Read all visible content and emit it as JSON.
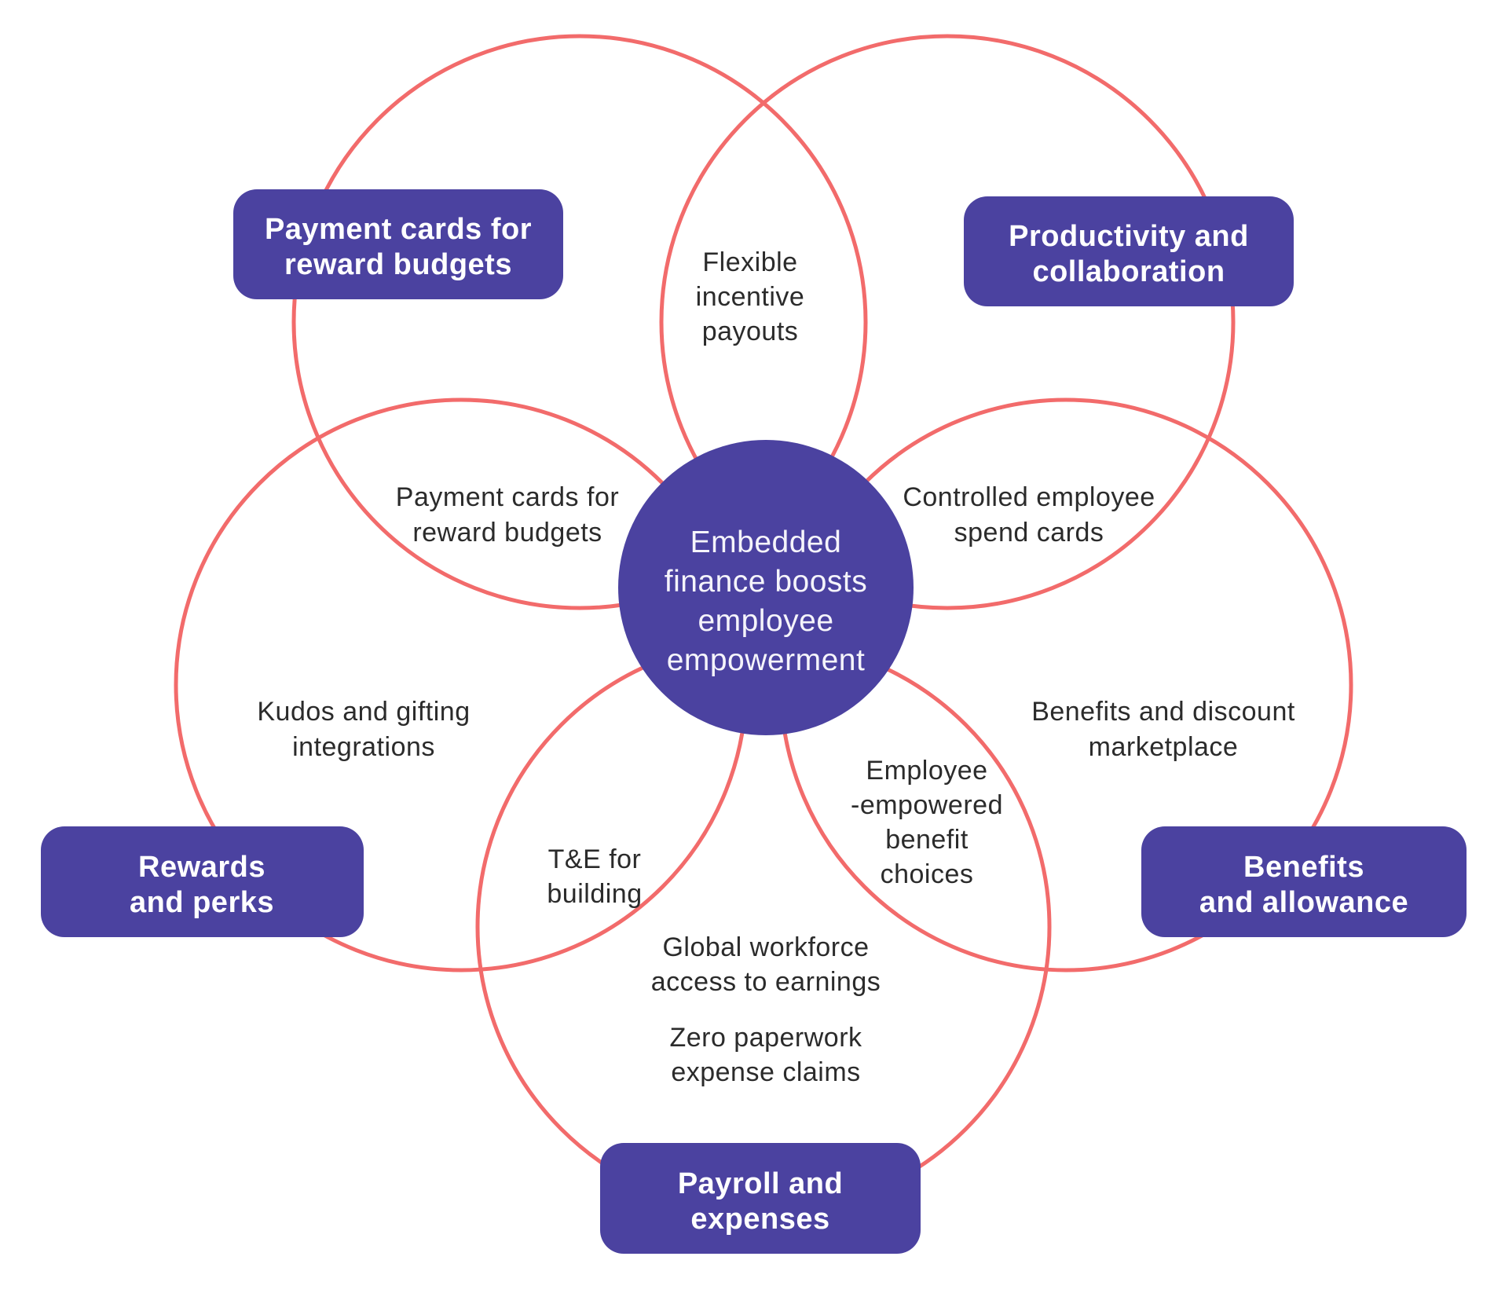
{
  "diagram": {
    "title": "Embedded finance boosts employee empowerment",
    "colors": {
      "accent_purple": "#4B42A0",
      "circle_stroke": "#F26B6B",
      "item_text": "#2B2B2B",
      "label_text": "#FFFFFF",
      "background": "#FFFFFF"
    },
    "center": {
      "lines": [
        "Embedded",
        "finance boosts",
        "employee",
        "empowerment"
      ]
    },
    "labels": [
      {
        "id": "payment-cards-for-reward-budgets",
        "lines": [
          "Payment cards for",
          "reward budgets"
        ]
      },
      {
        "id": "productivity-and-collaboration",
        "lines": [
          "Productivity and",
          "collaboration"
        ]
      },
      {
        "id": "rewards-and-perks",
        "lines": [
          "Rewards",
          "and perks"
        ]
      },
      {
        "id": "benefits-and-allowance",
        "lines": [
          "Benefits",
          "and allowance"
        ]
      },
      {
        "id": "payroll-and-expenses",
        "lines": [
          "Payroll and",
          "expenses"
        ]
      }
    ],
    "items": [
      {
        "id": "flexible-incentive-payouts",
        "lines": [
          "Flexible",
          "incentive",
          "payouts"
        ]
      },
      {
        "id": "payment-cards-reward-budgets-lens",
        "lines": [
          "Payment cards for",
          "reward budgets"
        ]
      },
      {
        "id": "controlled-employee-spend-cards",
        "lines": [
          "Controlled employee",
          "spend cards"
        ]
      },
      {
        "id": "kudos-and-gifting-integrations",
        "lines": [
          "Kudos and gifting",
          "integrations"
        ]
      },
      {
        "id": "benefits-and-discount-marketplace",
        "lines": [
          "Benefits and discount",
          "marketplace"
        ]
      },
      {
        "id": "t-and-e-for-building",
        "lines": [
          "T&E for",
          "building"
        ]
      },
      {
        "id": "employee-empowered-benefit-choices",
        "lines": [
          "Employee",
          "-empowered",
          "benefit",
          "choices"
        ]
      },
      {
        "id": "global-workforce-access",
        "lines": [
          "Global workforce",
          "access to earnings"
        ]
      },
      {
        "id": "zero-paperwork-expense-claims",
        "lines": [
          "Zero paperwork",
          "expense claims"
        ]
      }
    ]
  }
}
